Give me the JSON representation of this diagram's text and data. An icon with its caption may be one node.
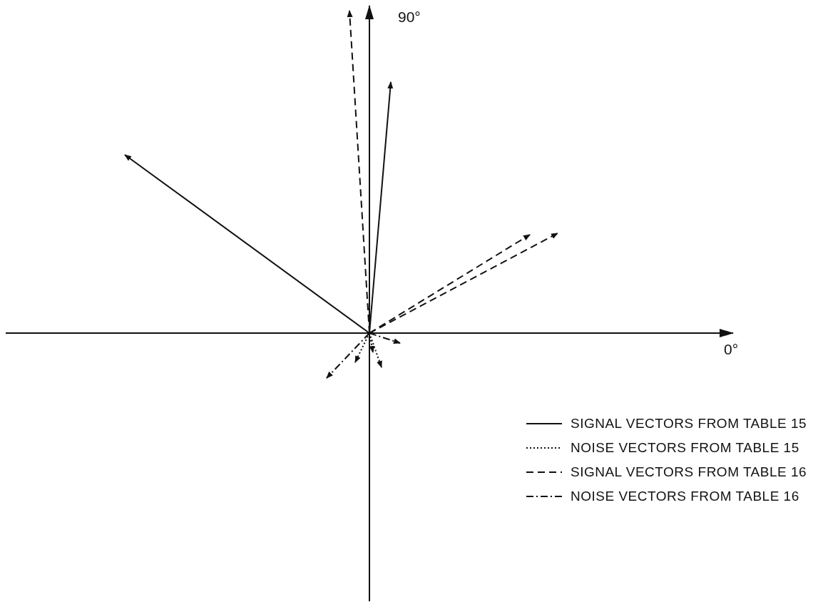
{
  "diagram": {
    "labels": [
      "90°",
      "0°"
    ],
    "legend": [
      {
        "text": "SIGNAL VECTORS FROM TABLE 15"
      },
      {
        "text": "NOISE VECTORS FROM TABLE 15"
      },
      {
        "text": "SIGNAL VECTORS FROM TABLE 16"
      },
      {
        "text": "NOISE VECTORS FROM TABLE 16"
      }
    ]
  }
}
